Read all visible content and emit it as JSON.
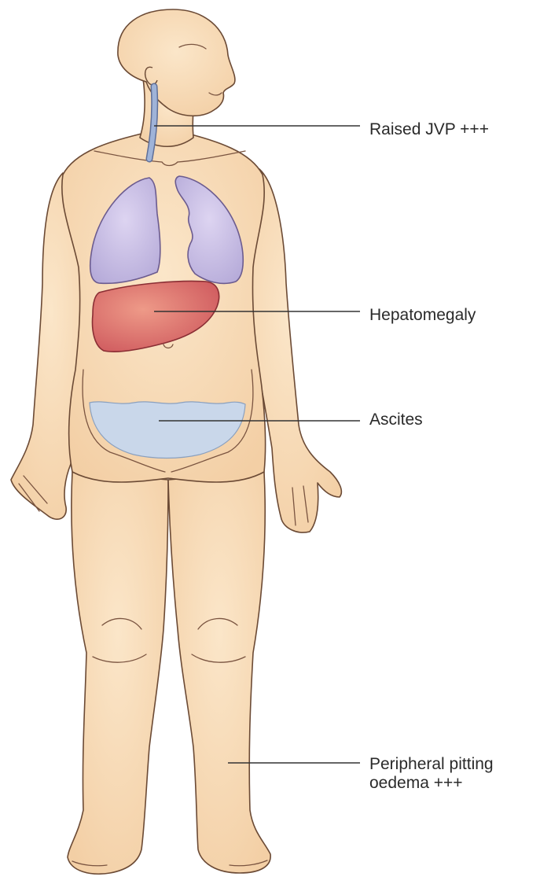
{
  "labels": {
    "jvp": "Raised JVP +++",
    "hepatomegaly": "Hepatomegaly",
    "ascites": "Ascites",
    "oedema_line1": "Peripheral pitting",
    "oedema_line2": "oedema +++"
  },
  "colors": {
    "skin": "#f8d9b4",
    "skin_outline": "#6b4a35",
    "lung": "#c7bde3",
    "lung_outline": "#6b5b8f",
    "liver": "#d86a6a",
    "liver_outline": "#8a2e34",
    "ascites_fluid": "#c9d7ea",
    "jugular_vein": "#9fb3d8",
    "leader_line": "#333333",
    "text": "#2a2a2a"
  }
}
